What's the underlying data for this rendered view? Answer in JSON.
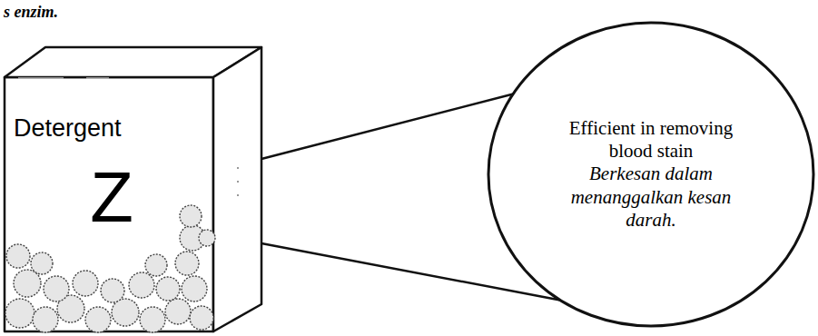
{
  "diagram": {
    "nodes": [
      {
        "text": [
          "Detergent",
          "Z"
        ]
      },
      {
        "text": [
          "Efficient in removing blood stain",
          "Berkesan dalam menanggalkan kesan darah."
        ]
      }
    ],
    "edges": [
      {
        "from": 0,
        "to": 1,
        "arrow": "none"
      }
    ],
    "labels": [
      "s enzim."
    ]
  }
}
